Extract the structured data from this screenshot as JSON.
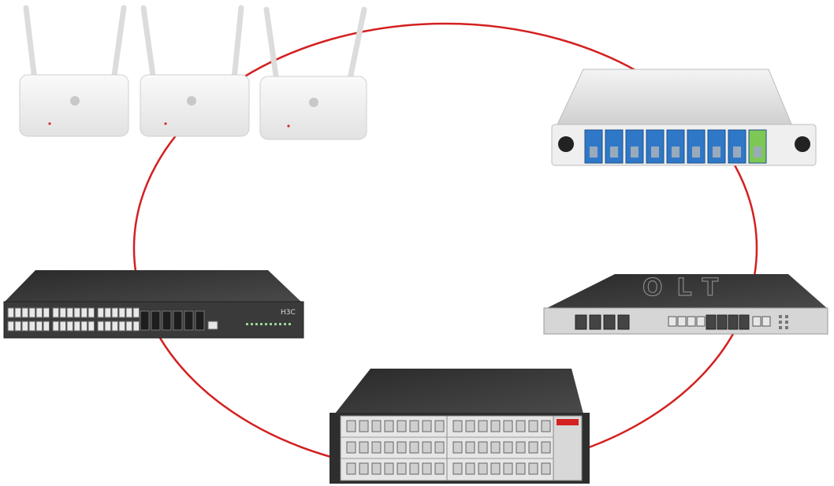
{
  "diagram": {
    "ring_color": "#d42020",
    "devices": [
      {
        "id": "ont-1",
        "icon": "wifi-router-icon",
        "label": ""
      },
      {
        "id": "ont-2",
        "icon": "wifi-router-icon",
        "label": ""
      },
      {
        "id": "ont-3",
        "icon": "wifi-router-icon",
        "label": ""
      },
      {
        "id": "splitter",
        "icon": "fiber-splitter-icon",
        "label": ""
      },
      {
        "id": "ethernet-switch",
        "icon": "network-switch-icon",
        "label": "H3C"
      },
      {
        "id": "olt-box",
        "icon": "olt-device-icon",
        "label": "OLT"
      },
      {
        "id": "olt-chassis",
        "icon": "chassis-olt-icon",
        "label": ""
      }
    ],
    "connections": [
      {
        "from": "ont-2",
        "to": "splitter"
      },
      {
        "from": "splitter",
        "to": "olt-box"
      },
      {
        "from": "olt-box",
        "to": "olt-chassis"
      },
      {
        "from": "olt-chassis",
        "to": "ethernet-switch"
      },
      {
        "from": "ethernet-switch",
        "to": "ont-2"
      }
    ]
  }
}
